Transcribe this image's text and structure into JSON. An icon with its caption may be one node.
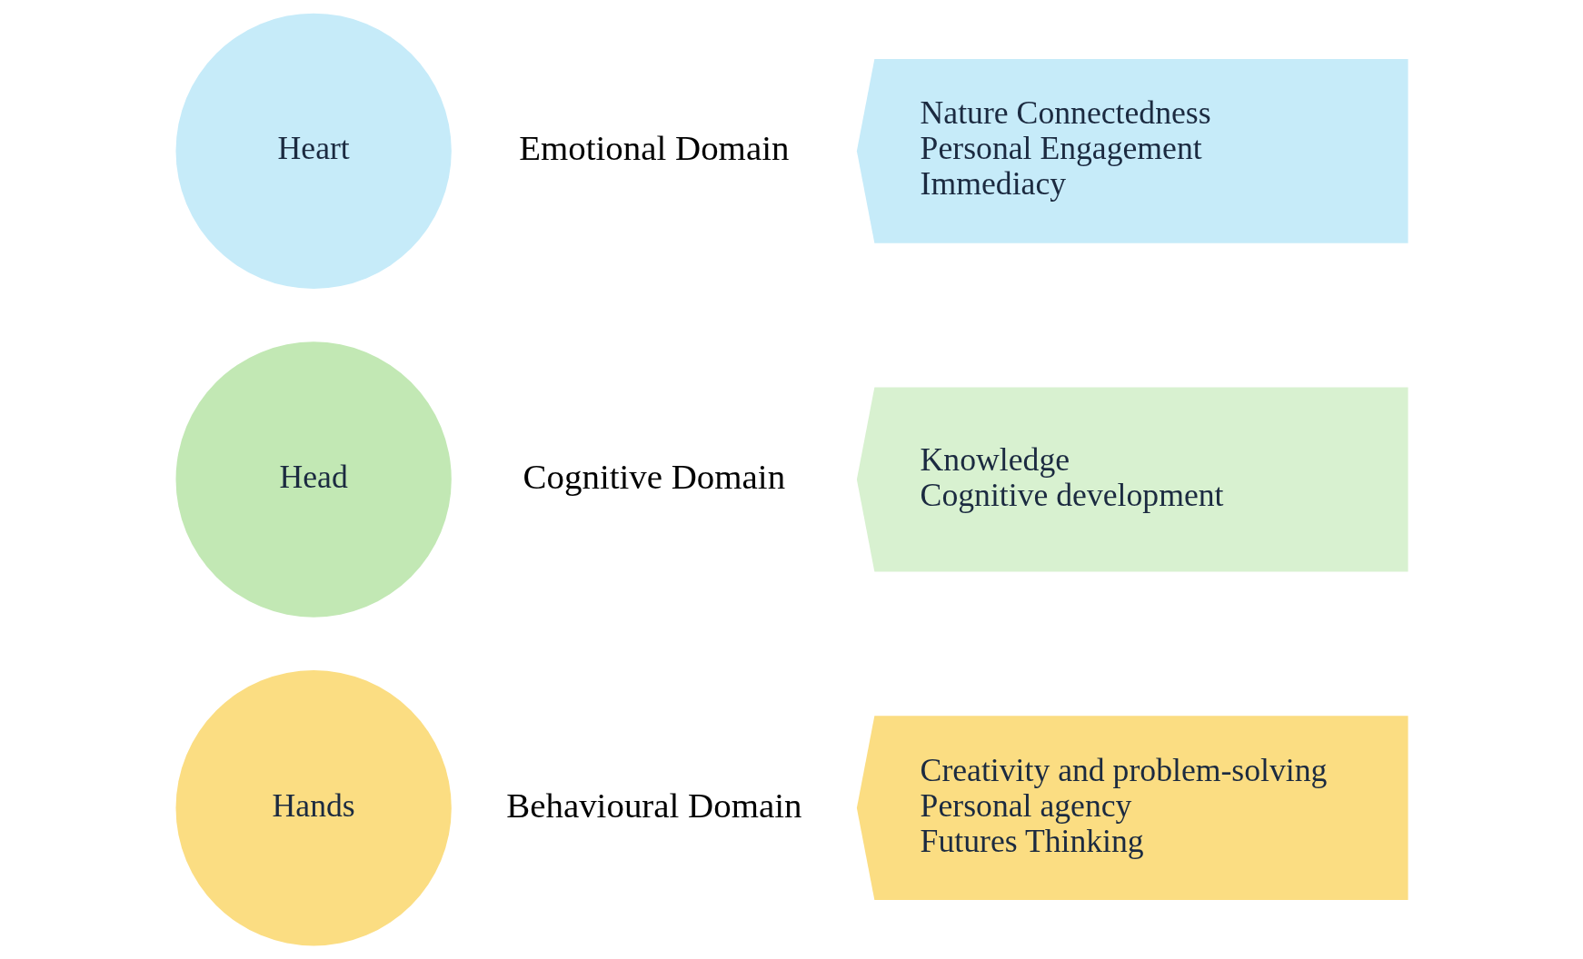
{
  "diagram": {
    "nodes": [
      {
        "text": [
          "Heart"
        ]
      },
      {
        "text": [
          "Nature Connectedness",
          "Personal Engagement",
          "Immediacy"
        ]
      },
      {
        "text": [
          "Head"
        ]
      },
      {
        "text": [
          "Knowledge",
          "Cognitive development"
        ]
      },
      {
        "text": [
          "Hands"
        ]
      },
      {
        "text": [
          "Creativity and problem-solving",
          "Personal agency",
          "Futures Thinking"
        ]
      }
    ],
    "labels": [
      "Emotional Domain",
      "Cognitive Domain",
      "Behavioural Domain"
    ]
  }
}
